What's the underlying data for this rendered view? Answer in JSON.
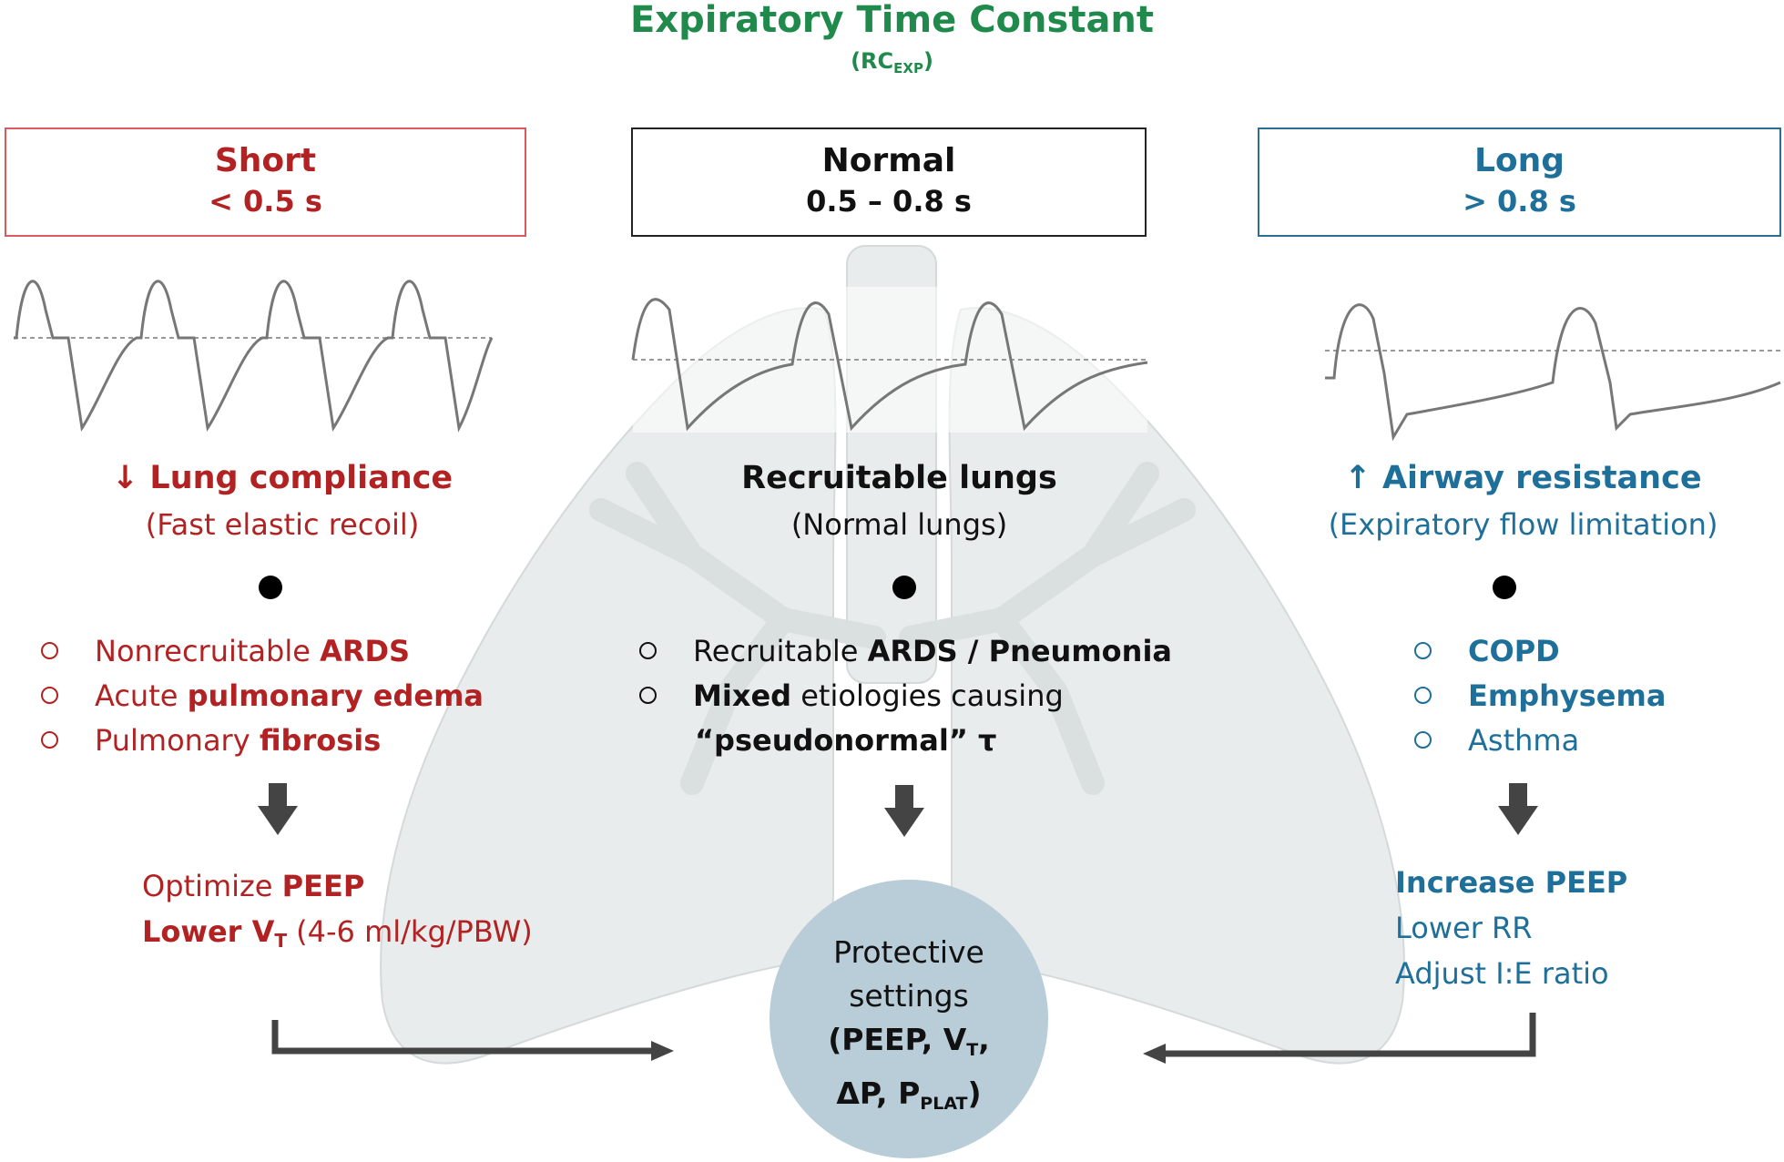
{
  "title": "Expiratory Time Constant",
  "subtitle_main": "(RC",
  "subtitle_sub": "EXP",
  "subtitle_end": ")",
  "colors": {
    "green": "#1f8a4c",
    "red": "#b22222",
    "black": "#111111",
    "blue": "#1e6f9a",
    "circle": "#b8cdd8"
  },
  "columns": {
    "short": {
      "label": "Short",
      "range": "< 0.5 s",
      "heading_icon": "down-arrow-icon",
      "heading_arrow": "↓",
      "heading": "Lung compliance",
      "subheading": "(Fast elastic recoil)",
      "items": [
        {
          "pre": "Nonrecruitable ",
          "bold": "ARDS",
          "post": ""
        },
        {
          "pre": "Acute ",
          "bold": "pulmonary edema",
          "post": ""
        },
        {
          "pre": "Pulmonary ",
          "bold": "fibrosis",
          "post": ""
        }
      ],
      "result_line1_pre": "Optimize ",
      "result_line1_bold": "PEEP",
      "result_line2_bold": "Lower V",
      "result_line2_sub": "T",
      "result_line2_post": " (4-6 ml/kg/PBW)"
    },
    "normal": {
      "label": "Normal",
      "range": "0.5 – 0.8 s",
      "heading": "Recruitable lungs",
      "subheading": "(Normal lungs)",
      "item1_pre": "Recruitable ",
      "item1_bold": "ARDS / Pneumonia",
      "item2_bold": "Mixed",
      "item2_post": " etiologies causing",
      "item3_bold": "“pseudonormal” τ"
    },
    "long": {
      "label": "Long",
      "range": "> 0.8 s",
      "heading_icon": "up-arrow-icon",
      "heading_arrow": "↑",
      "heading": "Airway resistance",
      "subheading": "(Expiratory flow limitation)",
      "items": [
        {
          "text": "COPD",
          "bold": true
        },
        {
          "text": "Emphysema",
          "bold": true
        },
        {
          "text": "Asthma",
          "bold": false
        }
      ],
      "result_line1": "Increase PEEP",
      "result_line2": "Lower RR",
      "result_line3": "Adjust I:E ratio"
    }
  },
  "center": {
    "line1": "Protective",
    "line2": "settings",
    "line3_a": "(PEEP, V",
    "line3_sub": "T",
    "line3_b": ",",
    "line4_a": "ΔP, P",
    "line4_sub": "PLAT",
    "line4_b": ")"
  }
}
